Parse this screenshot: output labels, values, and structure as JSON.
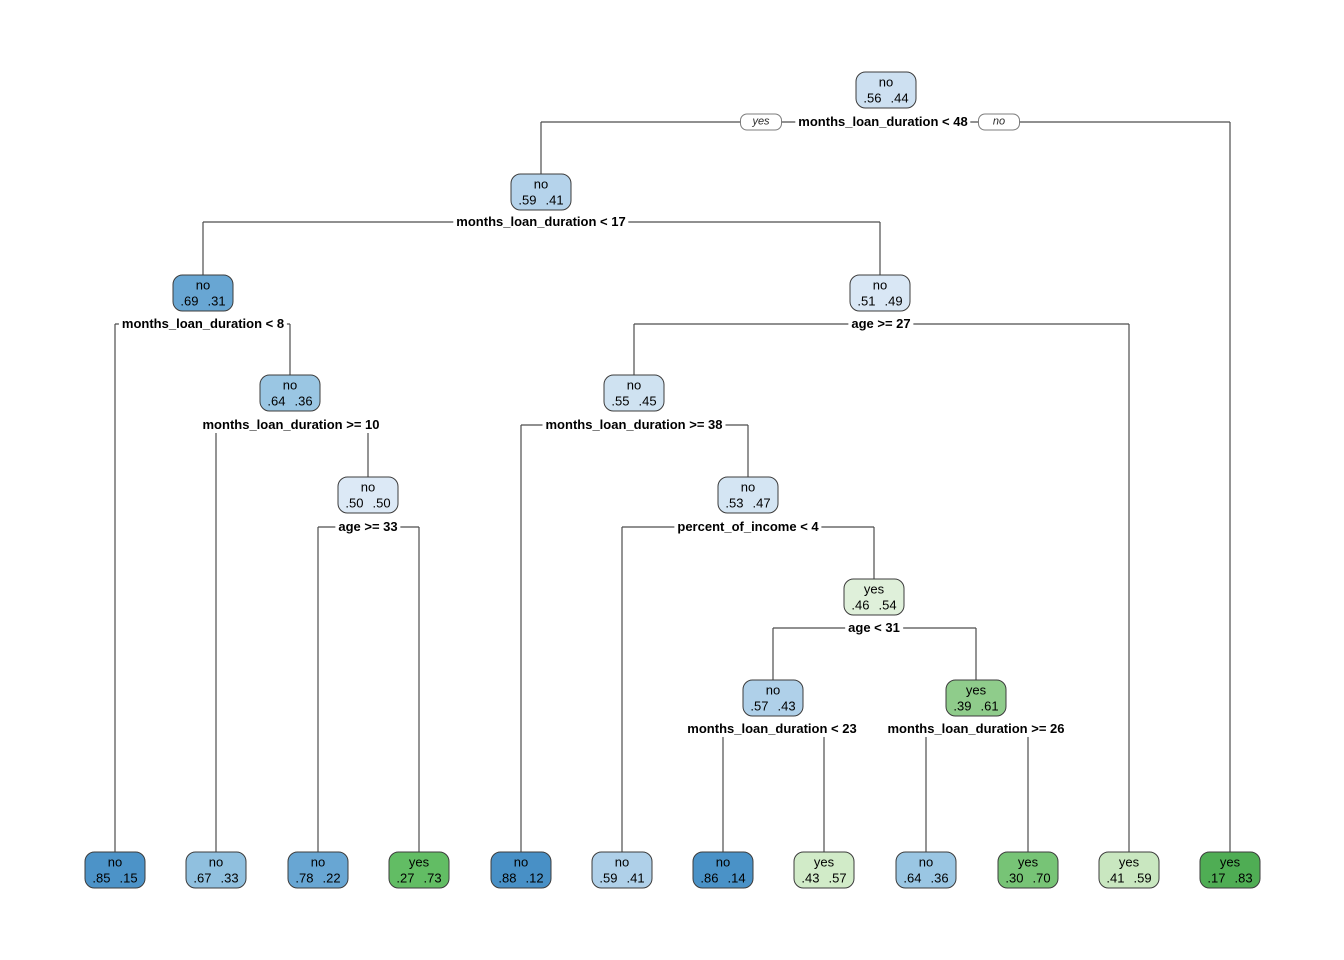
{
  "figure": {
    "background": "#ffffff",
    "line_color": "#4d4d4d",
    "box_border_color": "#3d3d3d",
    "blue_class": "no",
    "green_class": "yes"
  },
  "root_branch": {
    "yes_label": "yes",
    "no_label": "no"
  },
  "splits": [
    {
      "label": "months_loan_duration < 48"
    },
    {
      "label": "months_loan_duration < 17"
    },
    {
      "label": "months_loan_duration < 8"
    },
    {
      "label": "age >= 27"
    },
    {
      "label": "months_loan_duration >= 10"
    },
    {
      "label": "months_loan_duration >= 38"
    },
    {
      "label": "age >= 33"
    },
    {
      "label": "percent_of_income < 4"
    },
    {
      "label": "age < 31"
    },
    {
      "label": "months_loan_duration < 23"
    },
    {
      "label": "months_loan_duration >= 26"
    }
  ],
  "nodes": [
    {
      "class": "no",
      "p_no": ".56",
      "p_yes": ".44",
      "color": "#CDE0F1"
    },
    {
      "class": "no",
      "p_no": ".59",
      "p_yes": ".41",
      "color": "#B5D3EB"
    },
    {
      "class": "no",
      "p_no": ".69",
      "p_yes": ".31",
      "color": "#68A6D3"
    },
    {
      "class": "no",
      "p_no": ".64",
      "p_yes": ".36",
      "color": "#9AC6E3"
    },
    {
      "class": "no",
      "p_no": ".50",
      "p_yes": ".50",
      "color": "#DCE9F6"
    },
    {
      "class": "no",
      "p_no": ".51",
      "p_yes": ".49",
      "color": "#D9E7F5"
    },
    {
      "class": "no",
      "p_no": ".55",
      "p_yes": ".45",
      "color": "#CFE2F1"
    },
    {
      "class": "no",
      "p_no": ".53",
      "p_yes": ".47",
      "color": "#D4E5F3"
    },
    {
      "class": "yes",
      "p_no": ".46",
      "p_yes": ".54",
      "color": "#DFF0DA"
    },
    {
      "class": "no",
      "p_no": ".57",
      "p_yes": ".43",
      "color": "#AFD0E9"
    },
    {
      "class": "yes",
      "p_no": ".39",
      "p_yes": ".61",
      "color": "#8FCC8B"
    },
    {
      "class": "no",
      "p_no": ".85",
      "p_yes": ".15",
      "color": "#4C93C8"
    },
    {
      "class": "no",
      "p_no": ".67",
      "p_yes": ".33",
      "color": "#90C0DF"
    },
    {
      "class": "no",
      "p_no": ".78",
      "p_yes": ".22",
      "color": "#68A6D3"
    },
    {
      "class": "yes",
      "p_no": ".27",
      "p_yes": ".73",
      "color": "#62BD64"
    },
    {
      "class": "no",
      "p_no": ".88",
      "p_yes": ".12",
      "color": "#4890C6"
    },
    {
      "class": "no",
      "p_no": ".59",
      "p_yes": ".41",
      "color": "#AFD0E9"
    },
    {
      "class": "no",
      "p_no": ".86",
      "p_yes": ".14",
      "color": "#4A92C7"
    },
    {
      "class": "yes",
      "p_no": ".43",
      "p_yes": ".57",
      "color": "#D1EBC8"
    },
    {
      "class": "no",
      "p_no": ".64",
      "p_yes": ".36",
      "color": "#9AC6E3"
    },
    {
      "class": "yes",
      "p_no": ".30",
      "p_yes": ".70",
      "color": "#77C476"
    },
    {
      "class": "yes",
      "p_no": ".41",
      "p_yes": ".59",
      "color": "#C9E7C0"
    },
    {
      "class": "yes",
      "p_no": ".17",
      "p_yes": ".83",
      "color": "#4FAD54"
    }
  ]
}
